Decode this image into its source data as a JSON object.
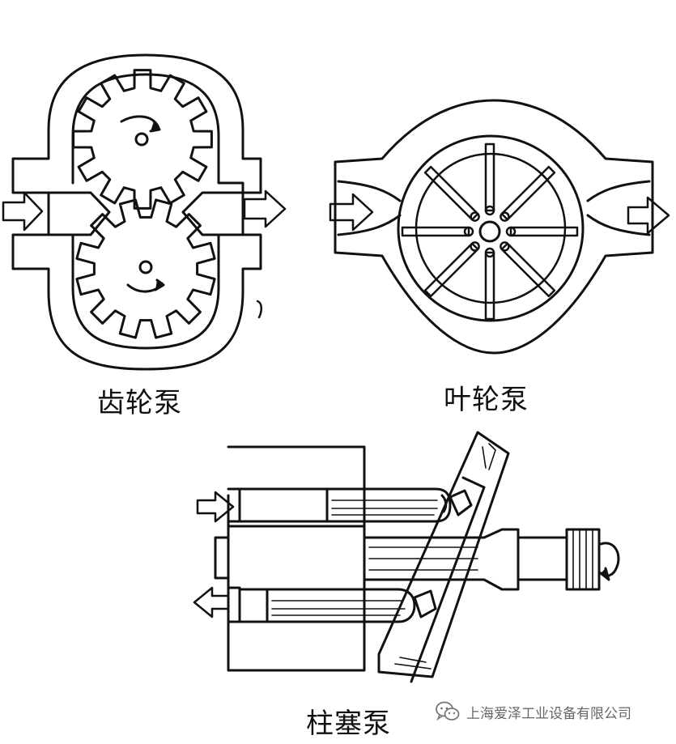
{
  "diagrams": {
    "gear_pump": {
      "label": "齿轮泵"
    },
    "vane_pump": {
      "label": "叶轮泵"
    },
    "piston_pump": {
      "label": "柱塞泵"
    }
  },
  "watermark": {
    "icon": "wechat-icon",
    "text": "上海爱泽工业设备有限公司"
  },
  "colors": {
    "line": "#111111",
    "background": "#ffffff",
    "watermark": "#666666"
  }
}
